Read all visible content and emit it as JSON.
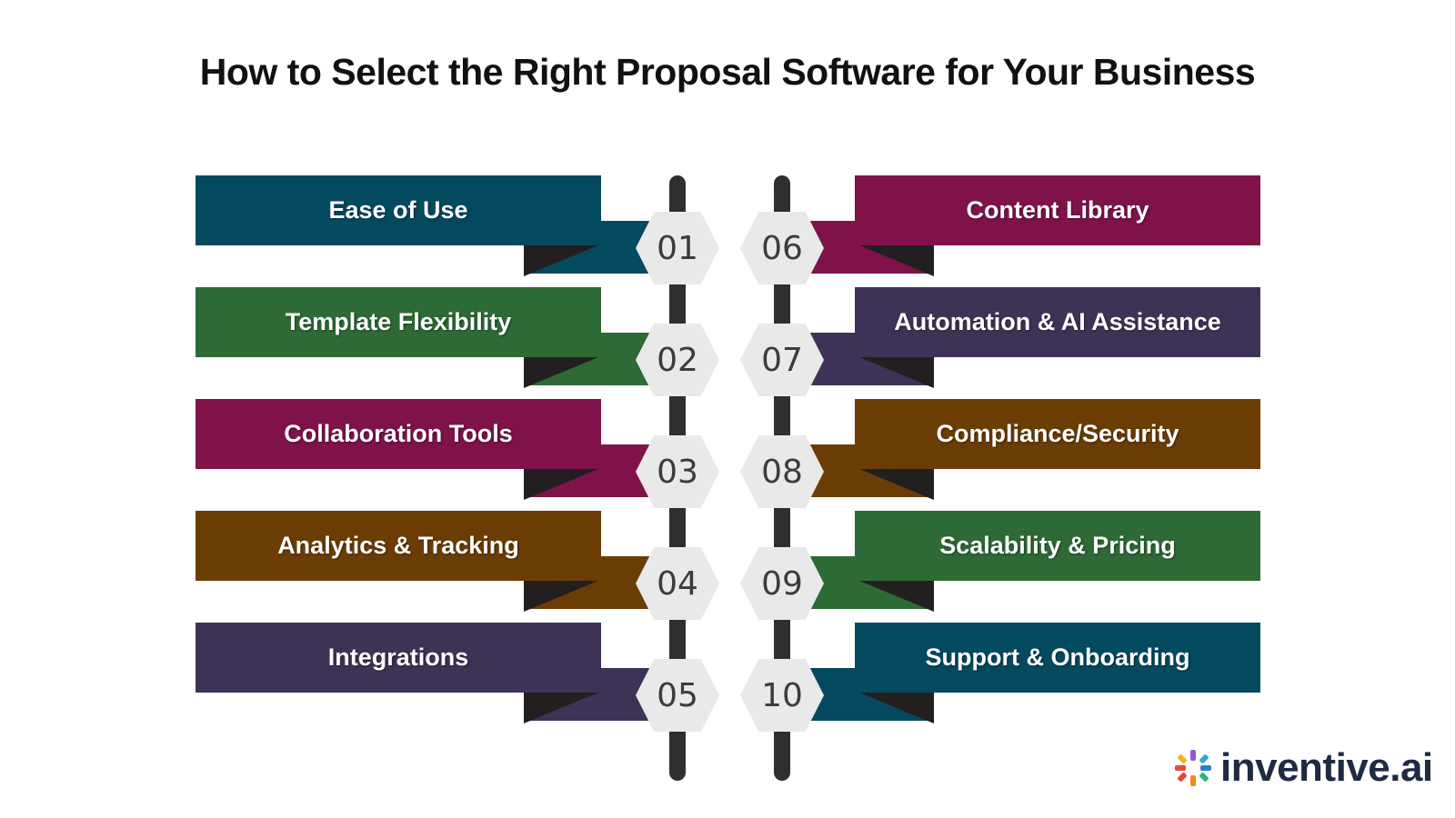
{
  "title": "How to Select the Right Proposal Software for Your Business",
  "items": [
    {
      "num": "01",
      "label": "Ease of Use",
      "color": "#044a5f"
    },
    {
      "num": "02",
      "label": "Template Flexibility",
      "color": "#2e6a36"
    },
    {
      "num": "03",
      "label": "Collaboration Tools",
      "color": "#7e1249"
    },
    {
      "num": "04",
      "label": "Analytics & Tracking",
      "color": "#6b3d05"
    },
    {
      "num": "05",
      "label": "Integrations",
      "color": "#3e3356"
    },
    {
      "num": "06",
      "label": "Content Library",
      "color": "#7e1249"
    },
    {
      "num": "07",
      "label": "Automation & AI Assistance",
      "color": "#3e3356"
    },
    {
      "num": "08",
      "label": "Compliance/Security",
      "color": "#6b3d05"
    },
    {
      "num": "09",
      "label": "Scalability & Pricing",
      "color": "#2e6a36"
    },
    {
      "num": "10",
      "label": "Support & Onboarding",
      "color": "#044a5f"
    }
  ],
  "logo": {
    "text": "inventive.ai"
  },
  "colors": {
    "fold": "#231f20",
    "rail": "#2f2f2f",
    "hex": "#e9e9e9"
  }
}
